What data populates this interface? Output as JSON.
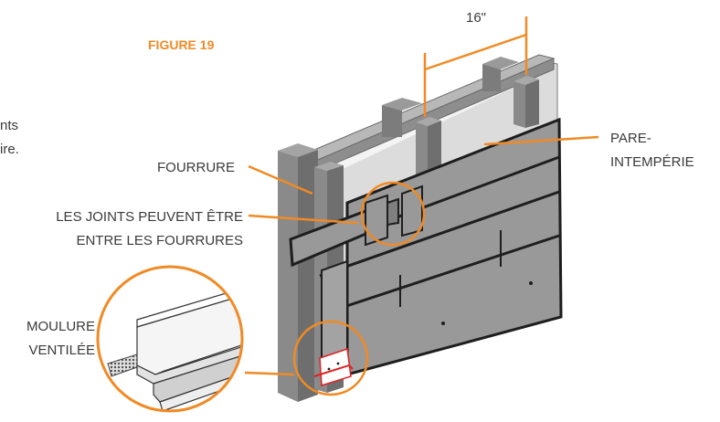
{
  "figure_label": "FIGURE 19",
  "dimension_label": "16\"",
  "cutoff_text": {
    "line1": "nts",
    "line2": "ire."
  },
  "callouts": {
    "fourrure": "FOURRURE",
    "joints_line1": "LES JOINTS PEUVENT ÊTRE",
    "joints_line2": "ENTRE LES FOURRURES",
    "pare_line1": "PARE-",
    "pare_line2": "INTEMPÉRIE",
    "moulure_line1": "MOULURE",
    "moulure_line2": "VENTILÉE"
  },
  "colors": {
    "accent": "#f08a24",
    "siding": "#9a9a9a",
    "siding_edge": "#1e1e1e",
    "furring": "#8c8c8c",
    "membrane": "#dcdcdc",
    "flashing": "#e02020"
  }
}
